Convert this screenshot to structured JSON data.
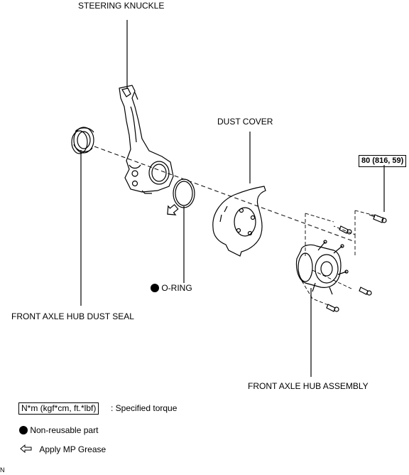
{
  "labels": {
    "steering_knuckle": "STEERING KNUCKLE",
    "dust_cover": "DUST COVER",
    "o_ring": "O-RING",
    "front_axle_hub_dust_seal": "FRONT AXLE HUB DUST SEAL",
    "front_axle_hub_assembly": "FRONT AXLE HUB ASSEMBLY"
  },
  "torque": {
    "value": "80 (816, 59)"
  },
  "legend": {
    "torque_box": "N*m (kgf*cm, ft.*lbf)",
    "torque_text": ": Specified torque",
    "non_reusable": "Non-reusable part",
    "grease": "Apply MP Grease"
  },
  "corner_mark": "N",
  "icons": {
    "non_reusable": "filled-circle-icon",
    "grease": "hollow-arrow-icon"
  }
}
